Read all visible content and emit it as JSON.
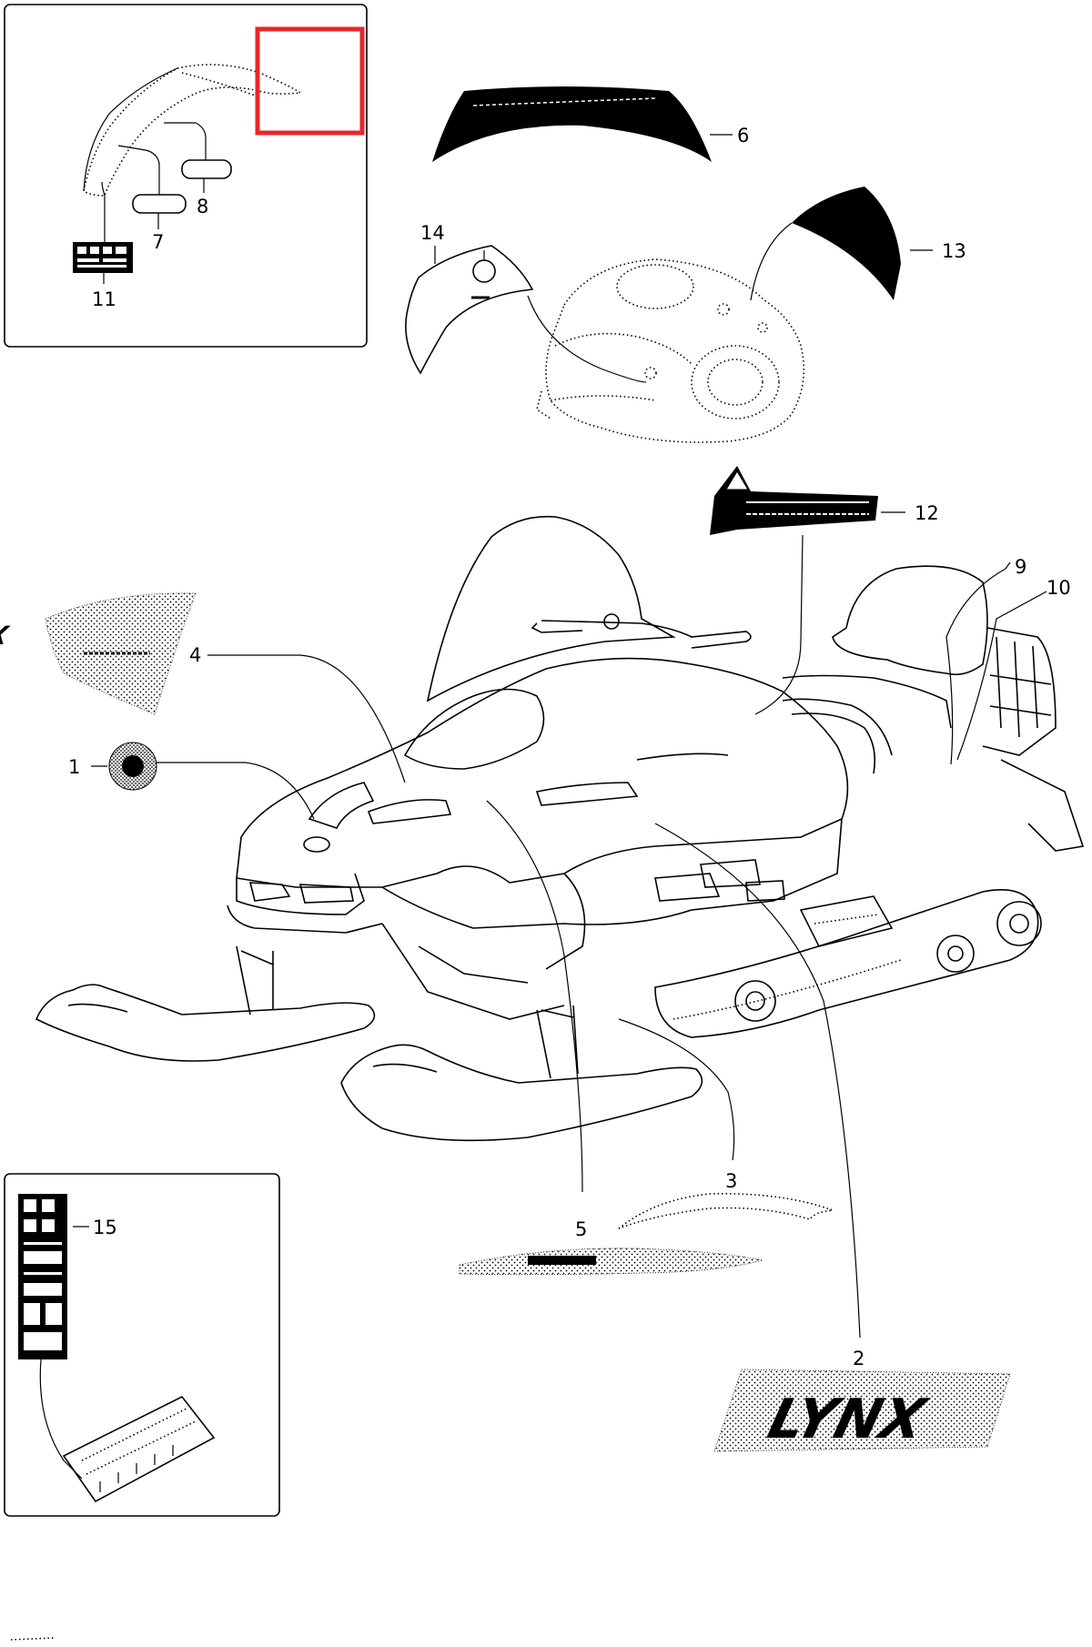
{
  "callouts": {
    "c1": "1",
    "c2": "2",
    "c3": "3",
    "c4": "4",
    "c5": "5",
    "c6": "6",
    "c7": "7",
    "c8": "8",
    "c9": "9",
    "c10": "10",
    "c11": "11",
    "c12": "12",
    "c13": "13",
    "c14": "14",
    "c15": "15"
  },
  "decals": {
    "brand_small": "LYNX",
    "brand_large": "LYNX"
  },
  "highlight": {
    "color": "#e8262b"
  },
  "colors": {
    "ink": "#000000",
    "paper": "#ffffff"
  }
}
